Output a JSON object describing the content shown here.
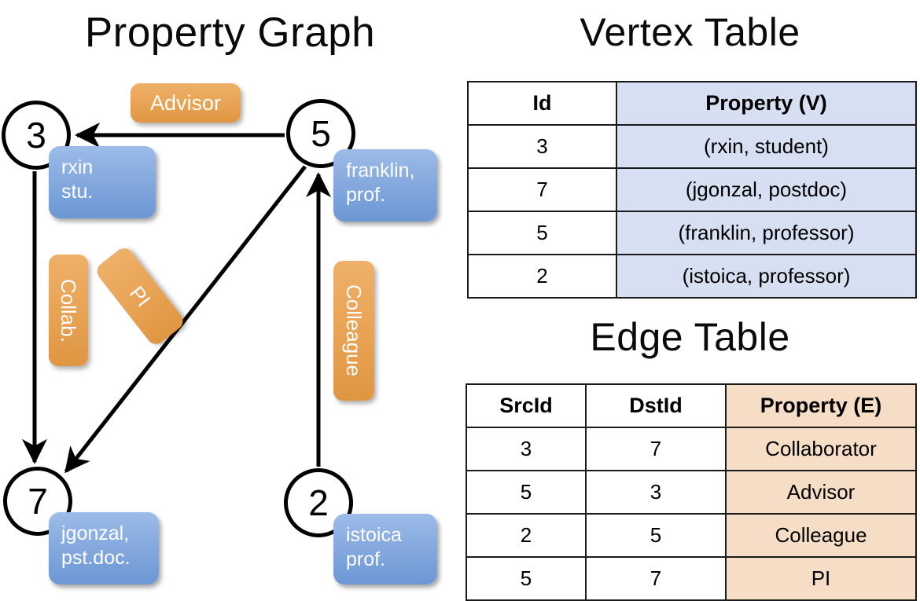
{
  "titles": {
    "property_graph": "Property Graph",
    "vertex_table": "Vertex Table",
    "edge_table": "Edge Table"
  },
  "graph": {
    "vertices": [
      {
        "id": "3",
        "property_label": "rxin\nstu.",
        "name": "rxin",
        "role": "stu."
      },
      {
        "id": "5",
        "property_label": "franklin,\nprof.",
        "name": "franklin,",
        "role": "prof."
      },
      {
        "id": "7",
        "property_label": "jgonzal,\npst.doc.",
        "name": "jgonzal,",
        "role": "pst.doc."
      },
      {
        "id": "2",
        "property_label": "istoica\nprof.",
        "name": "istoica",
        "role": "prof."
      }
    ],
    "edge_labels": [
      {
        "label": "Advisor",
        "from": "5",
        "to": "3"
      },
      {
        "label": "Collab.",
        "from": "3",
        "to": "7"
      },
      {
        "label": "PI",
        "from": "5",
        "to": "7"
      },
      {
        "label": "Colleague",
        "from": "2",
        "to": "5"
      }
    ]
  },
  "vertex_table": {
    "headers": [
      "Id",
      "Property (V)"
    ],
    "rows": [
      {
        "id": "3",
        "property": "(rxin, student)"
      },
      {
        "id": "7",
        "property": "(jgonzal, postdoc)"
      },
      {
        "id": "5",
        "property": "(franklin, professor)"
      },
      {
        "id": "2",
        "property": "(istoica, professor)"
      }
    ]
  },
  "edge_table": {
    "headers": [
      "SrcId",
      "DstId",
      "Property (E)"
    ],
    "rows": [
      {
        "src": "3",
        "dst": "7",
        "property": "Collaborator"
      },
      {
        "src": "5",
        "dst": "3",
        "property": "Advisor"
      },
      {
        "src": "2",
        "dst": "5",
        "property": "Colleague"
      },
      {
        "src": "5",
        "dst": "7",
        "property": "PI"
      }
    ]
  },
  "colors": {
    "vertex_property_fill": "#d7e0f2",
    "edge_property_fill": "#f6ddc5",
    "node_box_blue": "#89ace0",
    "edge_label_orange": "#e9a557",
    "stroke": "#000000"
  }
}
